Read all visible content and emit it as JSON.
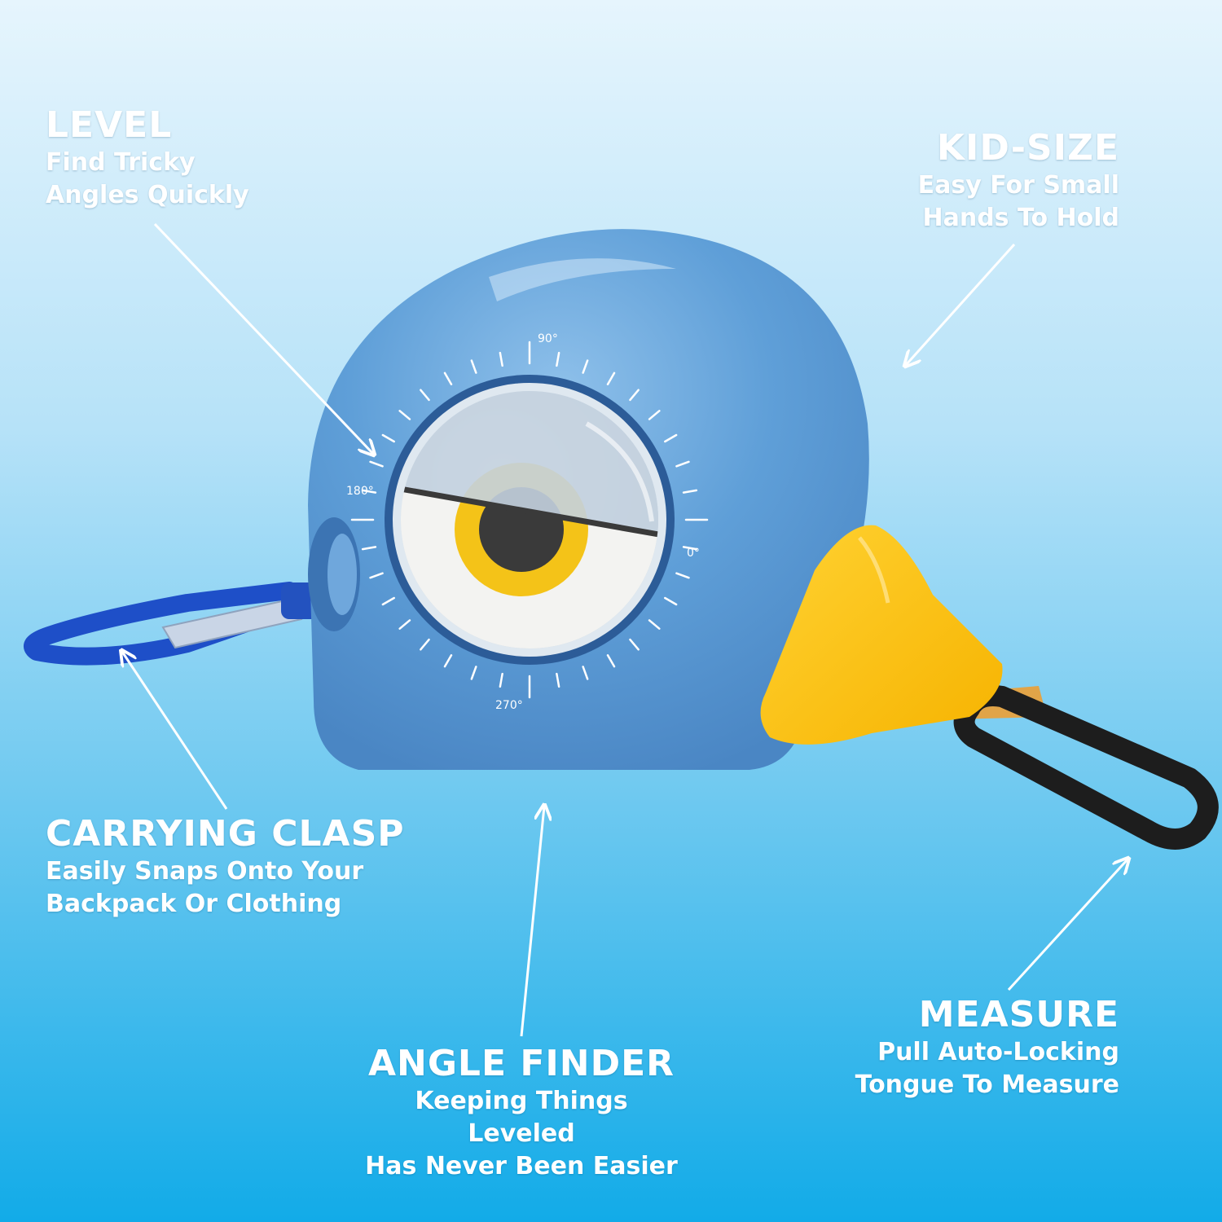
{
  "colors": {
    "body": "#5b9dd6",
    "beak": "#fbbf0c",
    "clasp_left": "#1e4fc8",
    "clasp_right": "#1d1d1d",
    "eye_iris": "#f4c318",
    "text": "#ffffff"
  },
  "dial": {
    "labels": [
      "90°",
      "180°",
      "0°",
      "270°"
    ]
  },
  "callouts": {
    "level": {
      "title": "LEVEL",
      "line1": "Find Tricky",
      "line2": "Angles Quickly"
    },
    "kid_size": {
      "title": "KID-SIZE",
      "line1": "Easy For Small",
      "line2": "Hands To Hold"
    },
    "carrying_clasp": {
      "title": "CARRYING CLASP",
      "line1": "Easily Snaps Onto Your",
      "line2": "Backpack Or Clothing"
    },
    "angle_finder": {
      "title": "ANGLE FINDER",
      "line1": "Keeping Things Leveled",
      "line2": "Has Never Been Easier"
    },
    "measure": {
      "title": "MEASURE",
      "line1": "Pull  Auto-Locking",
      "line2": "Tongue To Measure"
    }
  }
}
